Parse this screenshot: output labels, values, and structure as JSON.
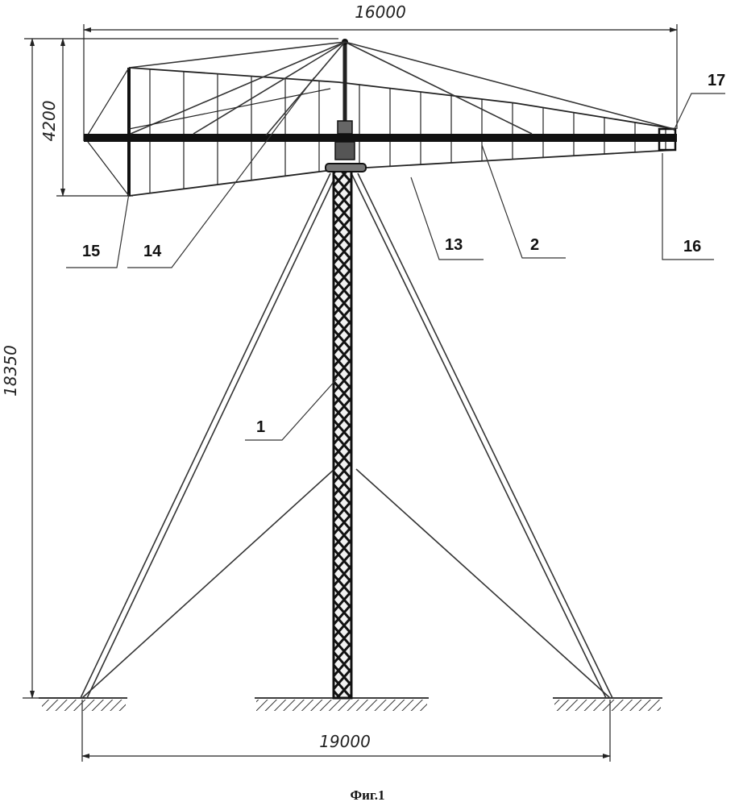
{
  "dimensions": {
    "top_width": "16000",
    "rotor_height": "4200",
    "total_height": "18350",
    "base_width": "19000"
  },
  "references": {
    "tower": "1",
    "boom": "2",
    "blade": "13",
    "brace": "14",
    "counter_mast": "15",
    "tip_16": "16",
    "tip_17": "17"
  },
  "caption": "Фиг.1"
}
